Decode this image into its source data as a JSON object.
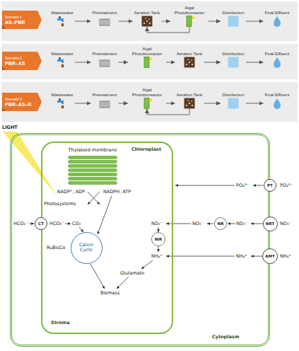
{
  "diagram": {
    "nodes": [
      {
        "text": [
          "Scenario 1",
          "AS–PBR"
        ]
      },
      {
        "text": [
          "Wastewater"
        ]
      },
      {
        "text": [
          "Pretreatment"
        ]
      },
      {
        "text": [
          "Aeration Tank"
        ]
      },
      {
        "text": [
          "Algal Photobioreactor"
        ]
      },
      {
        "text": [
          "Disinfection"
        ]
      },
      {
        "text": [
          "Final Effluent"
        ]
      },
      {
        "text": [
          "Scenario 2",
          "PBR–AS"
        ]
      },
      {
        "text": [
          "Wastewater"
        ]
      },
      {
        "text": [
          "Pretreatment"
        ]
      },
      {
        "text": [
          "Algal Photobioreactor"
        ]
      },
      {
        "text": [
          "Aeration Tank"
        ]
      },
      {
        "text": [
          "Disinfection"
        ]
      },
      {
        "text": [
          "Final Effluent"
        ]
      },
      {
        "text": [
          "Scenario 3",
          "PBR–AS–R"
        ]
      },
      {
        "text": [
          "Wastewater"
        ]
      },
      {
        "text": [
          "Pretreatment"
        ]
      },
      {
        "text": [
          "Algal Photobioreactor"
        ]
      },
      {
        "text": [
          "Aeration Tank"
        ]
      },
      {
        "text": [
          "Disinfection"
        ]
      },
      {
        "text": [
          "Final Effluent"
        ]
      },
      {
        "text": [
          "Cytoplasm"
        ]
      },
      {
        "text": [
          "Chloroplast",
          "Stroma"
        ],
        "in": 21
      },
      {
        "text": [
          "Thylakoid membrane"
        ],
        "in": 22
      },
      {
        "text": [
          "Calvin Cycle"
        ],
        "in": 22
      },
      {
        "text": [
          "CT"
        ],
        "in": 21
      },
      {
        "text": [
          "PT"
        ],
        "in": 21
      },
      {
        "text": [
          "NRT"
        ],
        "in": 21
      },
      {
        "text": [
          "AMT"
        ],
        "in": 21
      },
      {
        "text": [
          "NR"
        ],
        "in": 21
      },
      {
        "text": [
          "NiR"
        ],
        "in": 22
      }
    ],
    "edges": [
      {
        "from": 1,
        "to": 2,
        "arrow": "to"
      },
      {
        "from": 2,
        "to": 3,
        "arrow": "to"
      },
      {
        "from": 3,
        "to": 4,
        "arrow": "to"
      },
      {
        "from": 4,
        "to": 5,
        "arrow": "to"
      },
      {
        "from": 5,
        "to": 6,
        "arrow": "to"
      },
      {
        "from": 4,
        "to": 3,
        "arrow": "to"
      },
      {
        "from": 8,
        "to": 9,
        "arrow": "to"
      },
      {
        "from": 9,
        "to": 10,
        "arrow": "to"
      },
      {
        "from": 10,
        "to": 11,
        "arrow": "to"
      },
      {
        "from": 11,
        "to": 12,
        "arrow": "to"
      },
      {
        "from": 12,
        "to": 13,
        "arrow": "to"
      },
      {
        "from": 15,
        "to": 16,
        "arrow": "to"
      },
      {
        "from": 16,
        "to": 17,
        "arrow": "to"
      },
      {
        "from": 17,
        "to": 18,
        "arrow": "to"
      },
      {
        "from": 18,
        "to": 19,
        "arrow": "to"
      },
      {
        "from": 19,
        "to": 20,
        "arrow": "to"
      },
      {
        "from": 18,
        "to": 17,
        "arrow": "to"
      }
    ],
    "labels": [
      "LIGHT",
      "Photosystems",
      "NADP⁺, ADP",
      "NADPH, ATP",
      "HCO₃⁻",
      "HCO₃⁻",
      "CO₂",
      "RuBisCo",
      "NO₂⁻",
      "NH₄⁺",
      "Glutamate",
      "Biomass",
      "PO₄³⁻",
      "PO₄³⁻",
      "NO₃⁻",
      "NO₃⁻",
      "NO₂⁻",
      "NH₄⁺",
      "NH₄⁺"
    ]
  }
}
